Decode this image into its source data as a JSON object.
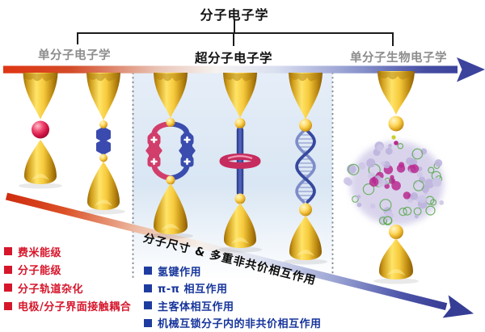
{
  "header": {
    "title": "分子电子学"
  },
  "branches": {
    "left": "单分子电子学",
    "center": "超分子电子学",
    "right": "单分子生物电子学"
  },
  "diagonal_label": "分子尺寸 & 多重非共价相互作用",
  "left_list": {
    "items": [
      {
        "label": "费米能级"
      },
      {
        "label": "分子能级"
      },
      {
        "label": "分子轨道杂化"
      },
      {
        "label": "电极/分子界面接触耦合"
      }
    ]
  },
  "right_list": {
    "items": [
      {
        "label": "氢键作用"
      },
      {
        "label": "π-π 相互作用"
      },
      {
        "label": "主客体相互作用"
      },
      {
        "label": "机械互锁分子内的非共价相互作用"
      }
    ]
  },
  "icons": {
    "junctions": [
      "electrode-red-sphere-junction",
      "electrode-blue-oligomer-junction",
      "electrode-charged-macrocycle-junction",
      "electrode-rotaxane-junction",
      "electrode-dna-junction",
      "electrode-protein-junction"
    ]
  },
  "colors": {
    "red_text": "#d6162b",
    "blue_text": "#16349b",
    "gray_label": "#8d8d8d",
    "arrow_red": "#df3513",
    "arrow_blue": "#3b439c",
    "gold": "#f2c23a",
    "panel_blue": "#dce8f4",
    "molecule_blue": "#3b4aae",
    "molecule_red": "#d23e6b"
  }
}
